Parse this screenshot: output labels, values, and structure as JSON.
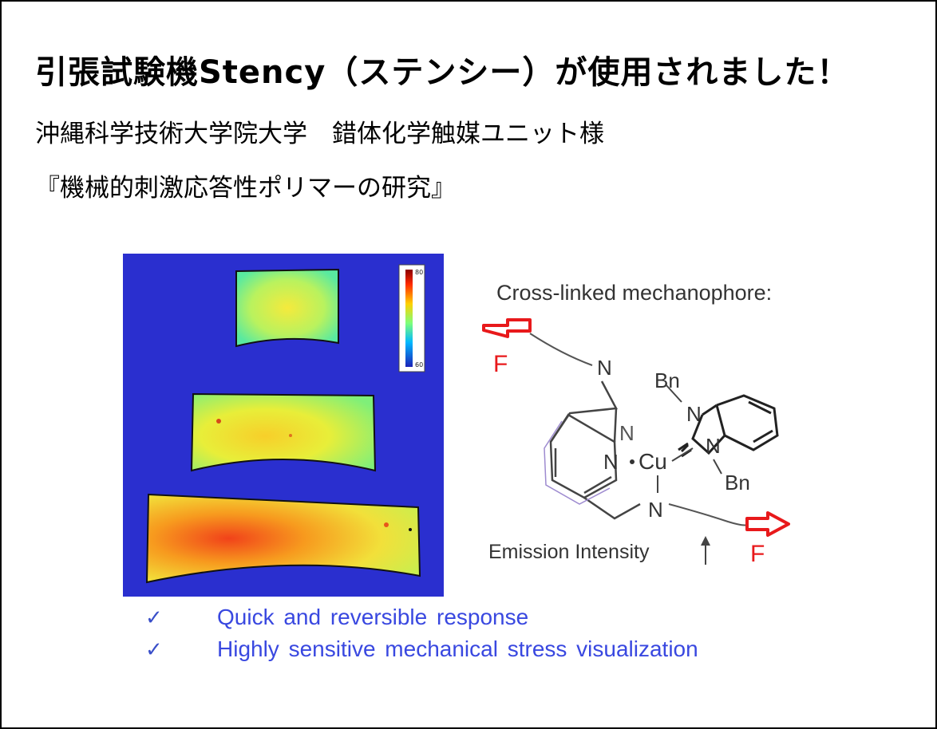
{
  "title": "引張試験機Stency（ステンシー）が使用されました！",
  "subtitle_org": "沖縄科学技術大学院大学　錯体化学触媒ユニット様",
  "subtitle_research": "『機械的刺激応答性ポリマーの研究』",
  "figure": {
    "colorbar": {
      "top_label": "80",
      "bottom_label": "60"
    },
    "chem_heading": "Cross-linked mechanophore:",
    "force_label_left": "F",
    "force_label_right": "F",
    "atoms": {
      "n_imine": "N",
      "bn_top": "Bn",
      "n_imid_top": "N",
      "n_pyr_ghost": "N",
      "n_pyr": "N",
      "cu": "Cu",
      "n_imid_bottom": "N",
      "bn_bottom": "Bn",
      "n_amine": "N"
    },
    "emission_label": "Emission Intensity"
  },
  "checks": [
    {
      "mark": "✓",
      "text": "Quick and reversible response"
    },
    {
      "mark": "✓",
      "text": "Highly sensitive mechanical stress visualization"
    }
  ],
  "colors": {
    "background_blue": "#2a2fcf",
    "check_text": "#3948e0",
    "force_red": "#e8191b"
  }
}
